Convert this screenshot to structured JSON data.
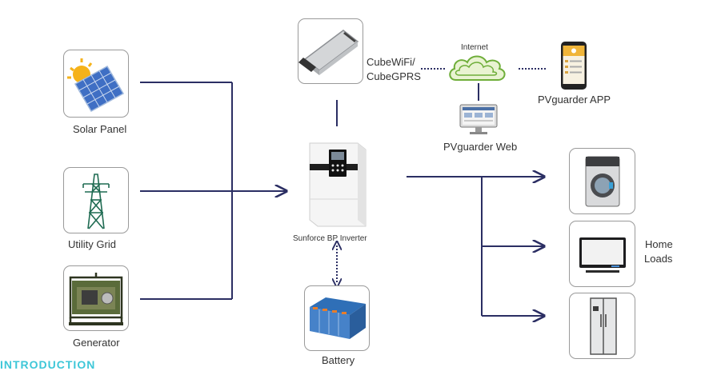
{
  "nodes": {
    "solar_panel": "Solar Panel",
    "utility_grid": "Utility Grid",
    "generator": "Generator",
    "inverter": "Sunforce BP Inverter",
    "battery": "Battery",
    "wifi_line1": "CubeWiFi/",
    "wifi_line2": "CubeGPRS",
    "internet": "Internet",
    "app": "PVguarder APP",
    "web": "PVguarder Web",
    "home_loads_line1": "Home",
    "home_loads_line2": "Loads"
  },
  "footer_cut_text": "INTRODUCTION",
  "colors": {
    "wire": "#2b2e63",
    "border": "#9a9a9a",
    "accent": "#3ec7d8"
  },
  "icons": {
    "solar": "solar-panel-icon",
    "grid": "transmission-tower-icon",
    "generator": "generator-icon",
    "wifi": "wifi-dongle-icon",
    "cloud": "cloud-icon",
    "phone": "smartphone-icon",
    "monitor": "monitor-icon",
    "inverter": "inverter-icon",
    "battery": "battery-icon",
    "washer": "washing-machine-icon",
    "tv": "tv-icon",
    "fridge": "refrigerator-icon"
  }
}
